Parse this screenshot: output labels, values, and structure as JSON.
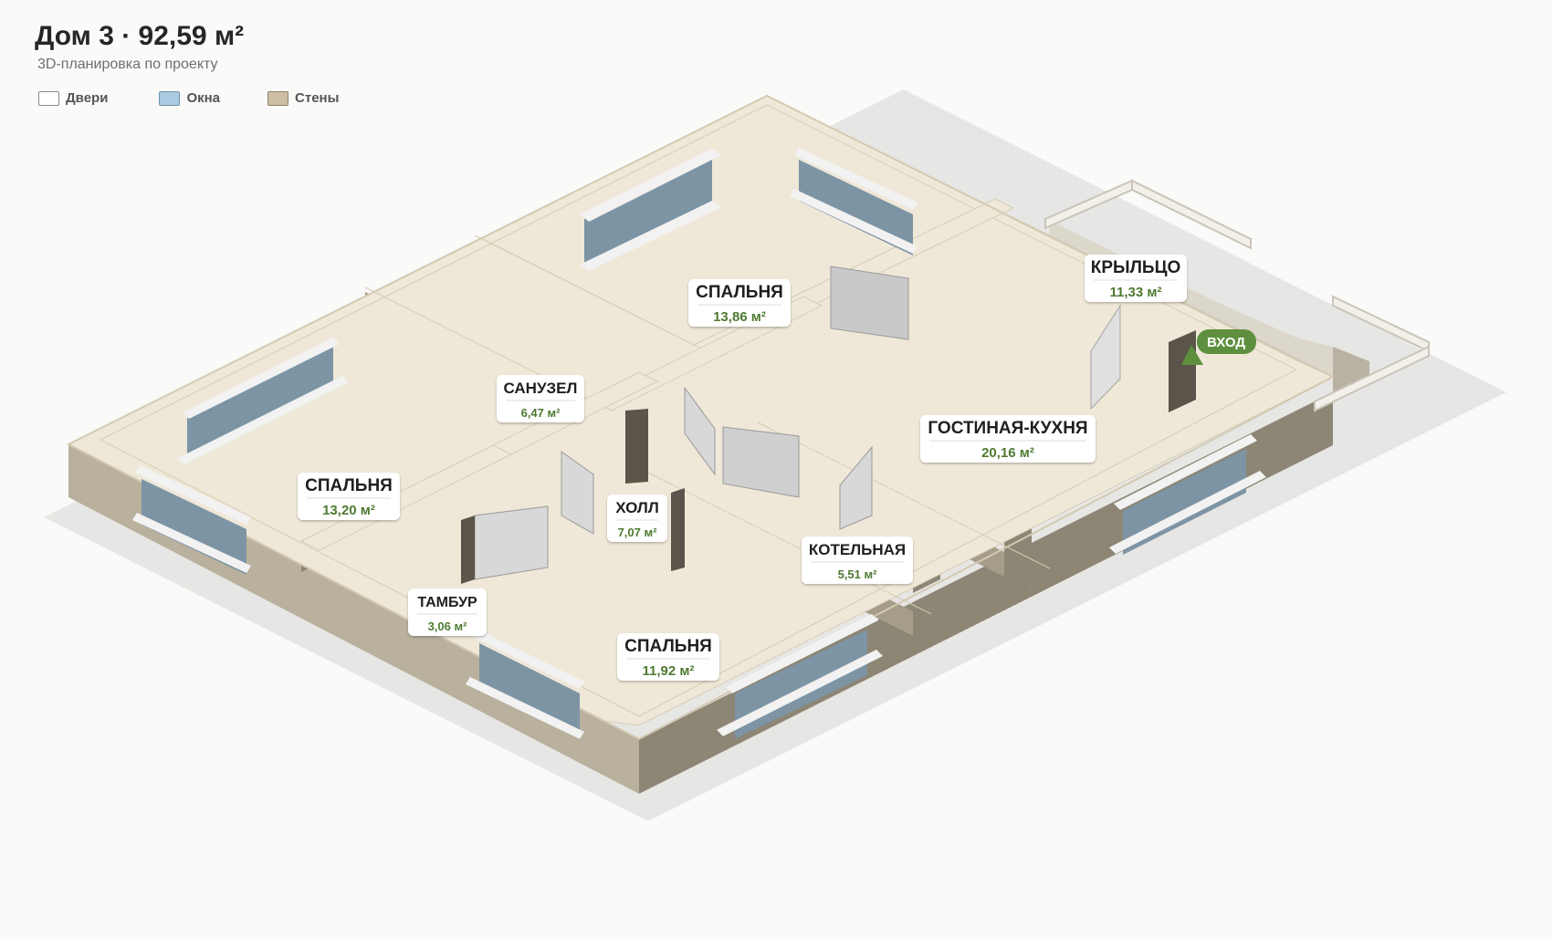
{
  "header": {
    "title": "Дом 3 · 92,59 м²",
    "subtitle": "3D-планировка по проекту"
  },
  "legend": [
    {
      "label": "Двери",
      "color": "#ffffff"
    },
    {
      "label": "Окна",
      "color": "#a9cbe2"
    },
    {
      "label": "Стены",
      "color": "#cdbea6"
    }
  ],
  "colors": {
    "floor": "#d9c4a4",
    "wall_top": "#efe8d8",
    "wall_side_dark": "#8b8472",
    "wall_side_light": "#b7af9b",
    "glass": "#7d94a4",
    "door": "#d6d6d6",
    "entrance": "#5e8f3e"
  },
  "rooms": [
    {
      "name": "СПАЛЬНЯ",
      "area": "13,86 м²"
    },
    {
      "name": "КРЫЛЬЦО",
      "area": "11,33 м²"
    },
    {
      "name": "САНУЗЕЛ",
      "area": "6,47 м²"
    },
    {
      "name": "ГОСТИНАЯ-КУХНЯ",
      "area": "20,16 м²"
    },
    {
      "name": "СПАЛЬНЯ",
      "area": "13,20 м²"
    },
    {
      "name": "ХОЛЛ",
      "area": "7,07 м²"
    },
    {
      "name": "КОТЕЛЬНАЯ",
      "area": "5,51 м²"
    },
    {
      "name": "ТАМБУР",
      "area": "3,06 м²"
    },
    {
      "name": "СПАЛЬНЯ",
      "area": "11,92 м²"
    }
  ],
  "entrance": {
    "label": "ВХОД"
  }
}
